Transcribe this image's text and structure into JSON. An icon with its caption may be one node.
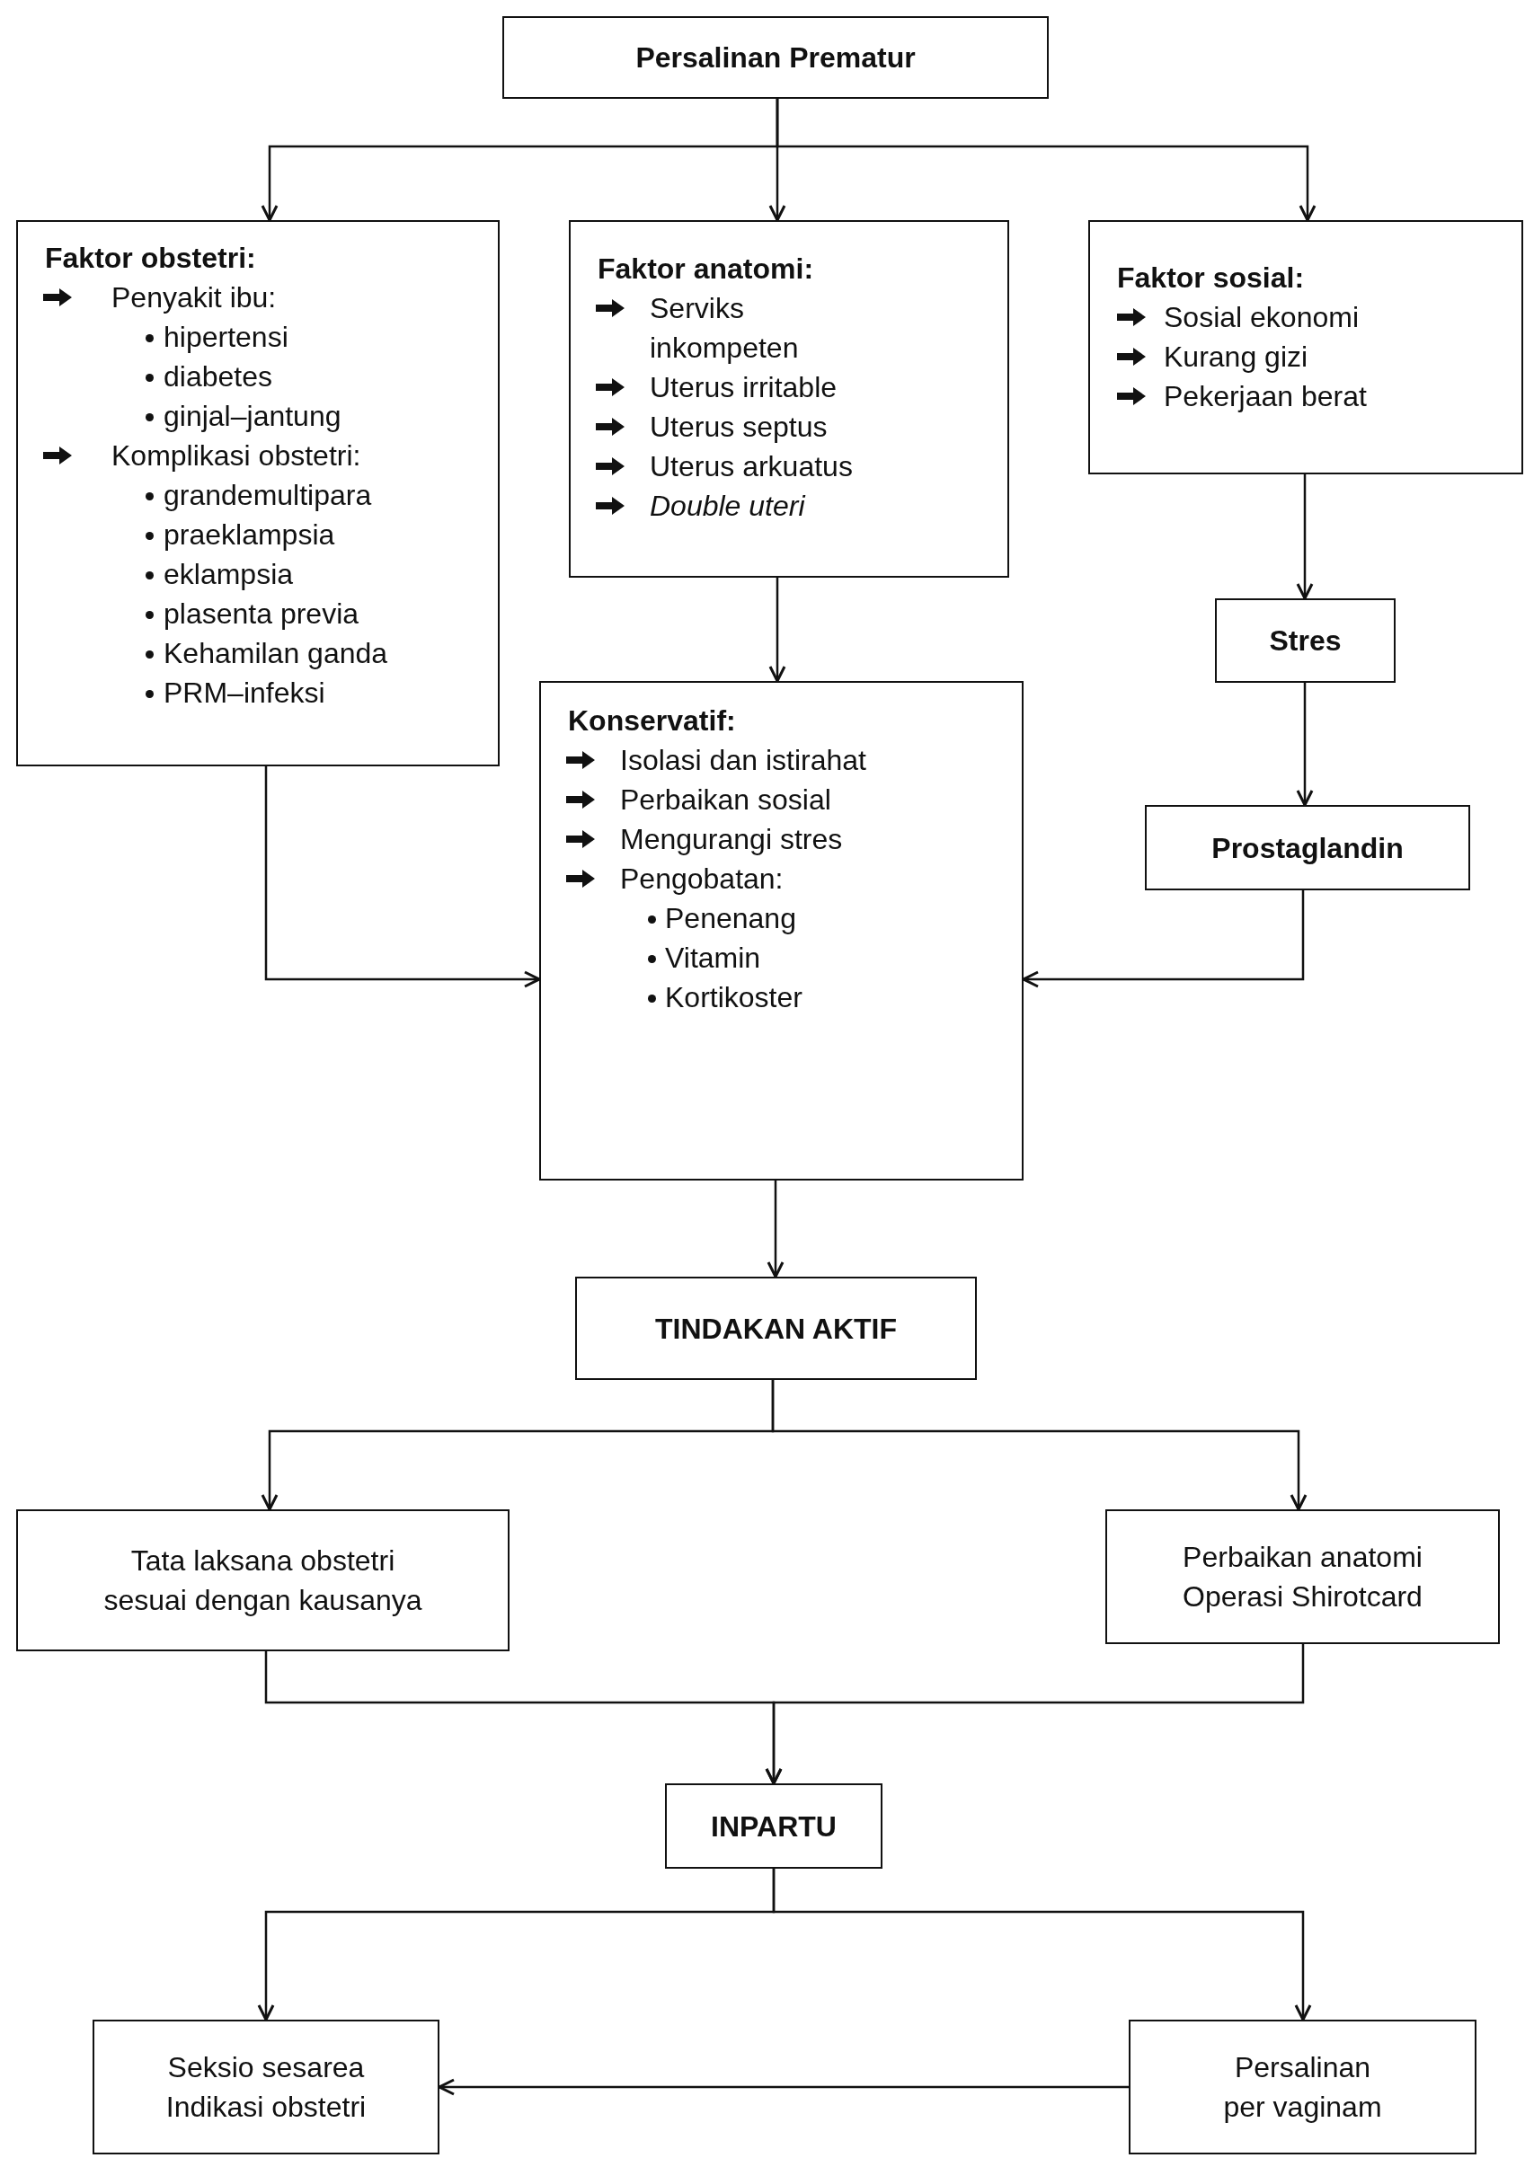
{
  "diagram": {
    "nodes": [
      {
        "text": [
          "Persalinan Prematur"
        ]
      },
      {
        "text": [
          "Faktor obstetri:",
          "Penyakit ibu:",
          "hipertensi",
          "diabetes",
          "ginjal–jantung",
          "Komplikasi obstetri:",
          "grandemultipara",
          "praeklampsia",
          "eklampsia",
          "plasenta previa",
          "Kehamilan ganda",
          "PRM–infeksi"
        ]
      },
      {
        "text": [
          "Faktor anatomi:",
          "Serviks inkompeten",
          "Uterus irritable",
          "Uterus septus",
          "Uterus arkuatus",
          "Double uteri"
        ]
      },
      {
        "text": [
          "Faktor sosial:",
          "Sosial ekonomi",
          "Kurang gizi",
          "Pekerjaan berat"
        ]
      },
      {
        "text": [
          "Stres"
        ]
      },
      {
        "text": [
          "Konservatif:",
          "Isolasi dan istirahat",
          "Perbaikan sosial",
          "Mengurangi stres",
          "Pengobatan:",
          "Penenang",
          "Vitamin",
          "Kortikoster"
        ]
      },
      {
        "text": [
          "Prostaglandin"
        ]
      },
      {
        "text": [
          "TINDAKAN AKTIF"
        ]
      },
      {
        "text": [
          "Tata laksana obstetri sesuai dengan kausanya"
        ]
      },
      {
        "text": [
          "Perbaikan anatomi Operasi Shirotcard"
        ]
      },
      {
        "text": [
          "INPARTU"
        ]
      },
      {
        "text": [
          "Seksio sesarea Indikasi obstetri"
        ]
      },
      {
        "text": [
          "Persalinan per vaginam"
        ]
      }
    ],
    "edges": [
      {
        "from": 0,
        "to": 1,
        "arrow": "to"
      },
      {
        "from": 0,
        "to": 2,
        "arrow": "to"
      },
      {
        "from": 0,
        "to": 3,
        "arrow": "to"
      },
      {
        "from": 2,
        "to": 5,
        "arrow": "to"
      },
      {
        "from": 3,
        "to": 4,
        "arrow": "to"
      },
      {
        "from": 4,
        "to": 6,
        "arrow": "to"
      },
      {
        "from": 1,
        "to": 5,
        "arrow": "to"
      },
      {
        "from": 6,
        "to": 5,
        "arrow": "to"
      },
      {
        "from": 5,
        "to": 7,
        "arrow": "to"
      },
      {
        "from": 7,
        "to": 8,
        "arrow": "to"
      },
      {
        "from": 7,
        "to": 9,
        "arrow": "to"
      },
      {
        "from": 8,
        "to": 10,
        "arrow": "to"
      },
      {
        "from": 9,
        "to": 10,
        "arrow": "to"
      },
      {
        "from": 10,
        "to": 11,
        "arrow": "to"
      },
      {
        "from": 10,
        "to": 12,
        "arrow": "to"
      },
      {
        "from": 12,
        "to": 11,
        "arrow": "to"
      }
    ]
  }
}
